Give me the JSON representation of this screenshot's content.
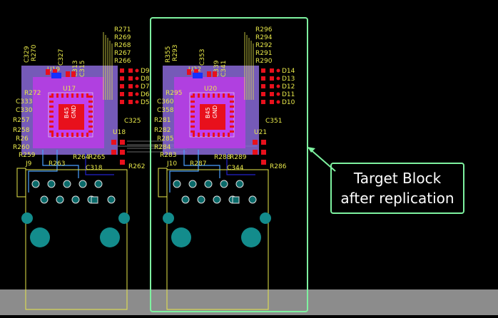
{
  "callout": {
    "line1": "Target Block",
    "line2": "after replication"
  },
  "blocks": [
    {
      "name": "source",
      "column_labels": [
        "R271",
        "R269",
        "R268",
        "R267",
        "R266"
      ],
      "top_labels": [
        "C329",
        "R270",
        "U19",
        "C327",
        "C313",
        "C315"
      ],
      "led_labels": [
        "D9",
        "D8",
        "D7",
        "D6",
        "D5"
      ],
      "left_labels": [
        "R272",
        "C333",
        "C330",
        "R257",
        "R258",
        "R26",
        "R260",
        "R259"
      ],
      "misc_labels": {
        "u_main": "U17",
        "u_side": "U18",
        "cap_side": "C325",
        "conn": "J9",
        "r_a": "R263",
        "r_b": "R264",
        "r_c": "R265",
        "cap_b": "C318",
        "r_tail": "R262"
      },
      "chip_text": "B45 GND"
    },
    {
      "name": "target",
      "column_labels": [
        "R296",
        "R294",
        "R292",
        "R291",
        "R290"
      ],
      "top_labels": [
        "R355",
        "R293",
        "U22",
        "C353",
        "C339",
        "C341"
      ],
      "led_labels": [
        "D14",
        "D13",
        "D12",
        "D11",
        "D10"
      ],
      "left_labels": [
        "R295",
        "C360",
        "C358",
        "R281",
        "R282",
        "R285",
        "R284",
        "R283"
      ],
      "misc_labels": {
        "u_main": "U20",
        "u_side": "U21",
        "cap_side": "C351",
        "conn": "J10",
        "r_a": "R287",
        "r_b": "R288",
        "r_c": "R289",
        "cap_b": "C344",
        "r_tail": "R286"
      },
      "chip_text": "B45 GND"
    }
  ],
  "colors": {
    "background": "#000000",
    "silkscreen": "#e8e84a",
    "pad": "#e8101c",
    "top_copper": "#b040e0",
    "board_body": "#8a6ad8",
    "via": "#138c8c",
    "selection_box": "#7ef2a0",
    "floor": "#8c8c8c"
  }
}
